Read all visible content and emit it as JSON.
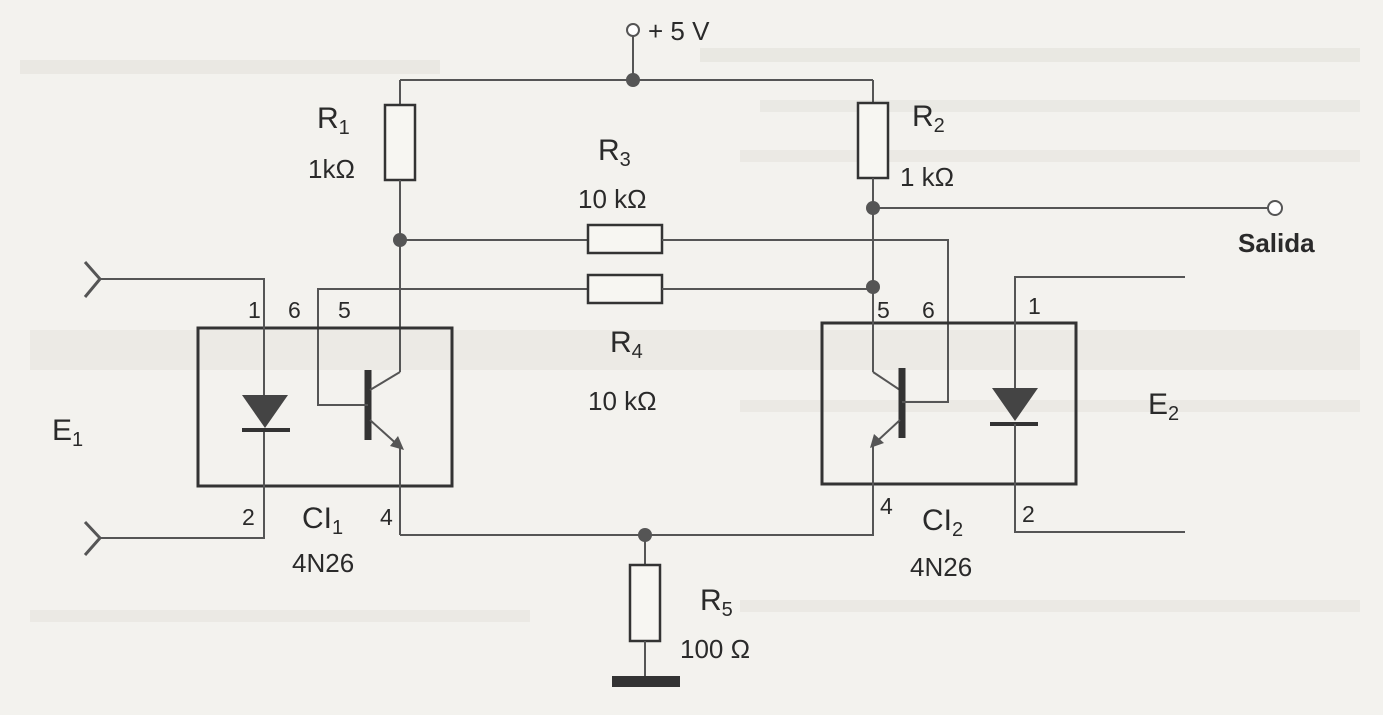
{
  "supply": {
    "label": "+ 5 V"
  },
  "resistors": {
    "r1": {
      "name": "R",
      "sub": "1",
      "value": "1kΩ"
    },
    "r2": {
      "name": "R",
      "sub": "2",
      "value": "1 kΩ"
    },
    "r3": {
      "name": "R",
      "sub": "3",
      "value": "10 kΩ"
    },
    "r4": {
      "name": "R",
      "sub": "4",
      "value": "10 kΩ"
    },
    "r5": {
      "name": "R",
      "sub": "5",
      "value": "100 Ω"
    }
  },
  "optocouplers": {
    "ci1": {
      "name": "CI",
      "sub": "1",
      "part": "4N26"
    },
    "ci2": {
      "name": "CI",
      "sub": "2",
      "part": "4N26"
    }
  },
  "inputs": {
    "e1": {
      "name": "E",
      "sub": "1"
    },
    "e2": {
      "name": "E",
      "sub": "2"
    }
  },
  "output": {
    "label": "Salida"
  },
  "pins": {
    "ci1": {
      "p1": "1",
      "p6": "6",
      "p5": "5",
      "p2": "2",
      "p4": "4"
    },
    "ci2": {
      "p5": "5",
      "p6": "6",
      "p1": "1",
      "p4": "4",
      "p2": "2"
    }
  },
  "colors": {
    "paper": "#f3f2ee",
    "ink": "#333333",
    "diode": "#444444"
  }
}
